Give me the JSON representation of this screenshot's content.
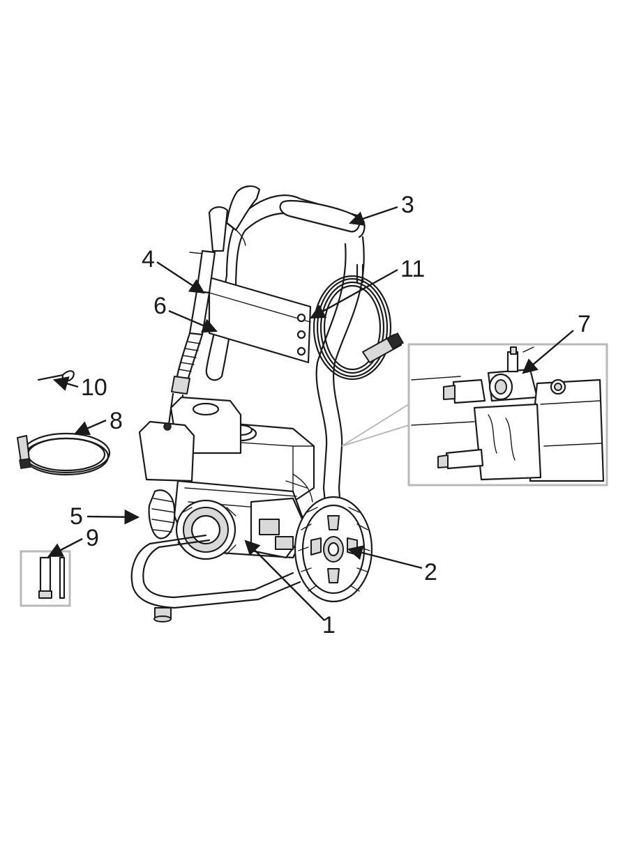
{
  "callouts": [
    {
      "id": "1",
      "label": "1"
    },
    {
      "id": "2",
      "label": "2"
    },
    {
      "id": "3",
      "label": "3"
    },
    {
      "id": "4",
      "label": "4"
    },
    {
      "id": "5",
      "label": "5"
    },
    {
      "id": "6",
      "label": "6"
    },
    {
      "id": "7",
      "label": "7"
    },
    {
      "id": "8",
      "label": "8"
    },
    {
      "id": "9",
      "label": "9"
    },
    {
      "id": "10",
      "label": "10"
    },
    {
      "id": "11",
      "label": "11"
    }
  ],
  "colors": {
    "line": "#1a1a1a",
    "inset_border": "#b9b9b9",
    "shade": "#d9d9d9",
    "background": "#ffffff"
  }
}
